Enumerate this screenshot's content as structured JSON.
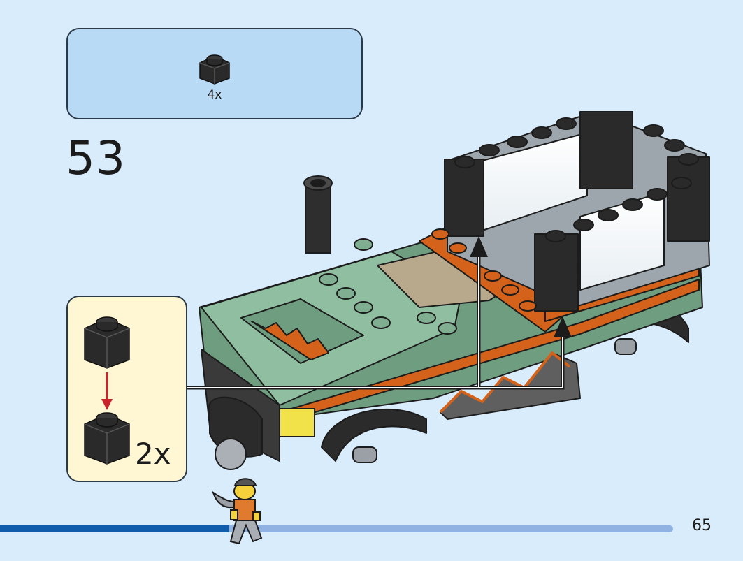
{
  "parts_list": {
    "quantity": "4x",
    "part_icon": "black-1x1-brick-icon"
  },
  "step": {
    "number": "53"
  },
  "subassembly": {
    "multiplier": "2x"
  },
  "page": {
    "number": "65"
  },
  "colors": {
    "background": "#d9ecfb",
    "parts_box": "#b9daf5",
    "subassembly_box": "#fff6d4",
    "progress_done": "#0f5cad",
    "progress_remaining": "#8fb2e3",
    "brick_black": "#2a2a2a",
    "vehicle_green": "#7fae90",
    "accent_orange": "#d4621a"
  },
  "progress": {
    "fraction": 0.34
  }
}
